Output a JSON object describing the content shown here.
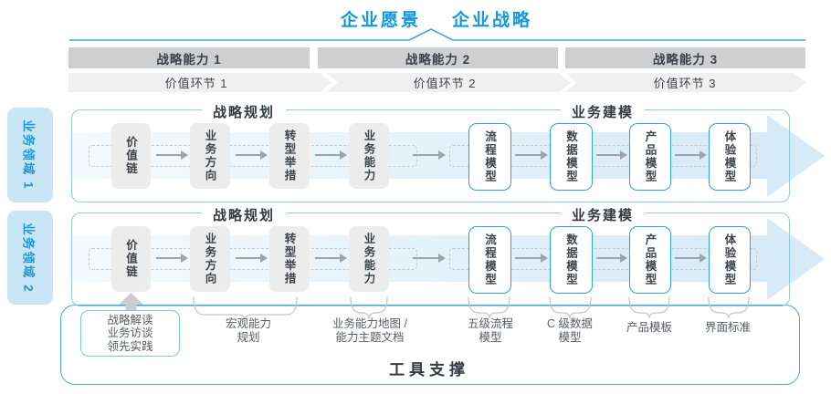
{
  "title": {
    "vision": "企业愿景",
    "strategy": "企业战略"
  },
  "capability_bars": [
    {
      "label": "战略能力 1"
    },
    {
      "label": "战略能力 2"
    },
    {
      "label": "战略能力 3"
    }
  ],
  "value_links": [
    {
      "label": "价值环节 1"
    },
    {
      "label": "价值环节 2"
    },
    {
      "label": "价值环节 3"
    }
  ],
  "domains": [
    {
      "label": "业务领域 1"
    },
    {
      "label": "业务领域 2"
    }
  ],
  "sections": [
    {
      "label": "战略规划"
    },
    {
      "label": "业务建模"
    }
  ],
  "rows": [
    {
      "gray_boxes": [
        {
          "key": "value-chain",
          "label": "价值链"
        },
        {
          "key": "business-direction",
          "label": "业务方向"
        },
        {
          "key": "transformation-initiatives",
          "label": "转型举措"
        },
        {
          "key": "business-capability",
          "label": "业务能力"
        }
      ],
      "blue_boxes": [
        {
          "key": "process-model",
          "label": "流程模型"
        },
        {
          "key": "data-model",
          "label": "数据模型"
        },
        {
          "key": "product-model",
          "label": "产品模型"
        },
        {
          "key": "experience-model",
          "label": "体验模型"
        }
      ]
    },
    {
      "gray_boxes": [
        {
          "key": "value-chain",
          "label": "价值链"
        },
        {
          "key": "business-direction",
          "label": "业务方向"
        },
        {
          "key": "transformation-initiatives",
          "label": "转型举措"
        },
        {
          "key": "business-capability",
          "label": "业务能力"
        }
      ],
      "blue_boxes": [
        {
          "key": "process-model",
          "label": "流程模型"
        },
        {
          "key": "data-model",
          "label": "数据模型"
        },
        {
          "key": "product-model",
          "label": "产品模型"
        },
        {
          "key": "experience-model",
          "label": "体验模型"
        }
      ]
    }
  ],
  "annotations": [
    {
      "key": "strategy-interpretation",
      "boxed": true,
      "lines": [
        "战略解读",
        "业务访谈",
        "领先实践"
      ]
    },
    {
      "key": "macro-capability-planning",
      "lines": [
        "宏观能力",
        "规划"
      ]
    },
    {
      "key": "capability-map",
      "lines": [
        "业务能力地图 /",
        "能力主题文档"
      ]
    },
    {
      "key": "l5-process-model",
      "lines": [
        "五级流程",
        "模型"
      ]
    },
    {
      "key": "c-level-data-model",
      "lines": [
        "C 级数据",
        "模型"
      ]
    },
    {
      "key": "product-template",
      "lines": [
        "产品模板"
      ]
    },
    {
      "key": "ui-standard",
      "lines": [
        "界面标准"
      ]
    }
  ],
  "tools": {
    "label": "工具支撑"
  },
  "colors": {
    "accent_blue": "#1496DE",
    "frame_blue": "#8FCBEC",
    "deep_frame_blue": "#4AA7DC",
    "band_blue_light": "#F3F9FD",
    "band_blue": "#D7EAF8",
    "bar_gray": "#CDCFD0",
    "chevron_band_gray": "#F0F0F1",
    "box_gray": "#ECECEC",
    "box_border_blue": "#2FA0DD",
    "arrow_gray": "#9FA3A7",
    "bracket_gray": "#C4C8CC",
    "text_dark": "#3A4149",
    "text_gray": "#575D63"
  }
}
